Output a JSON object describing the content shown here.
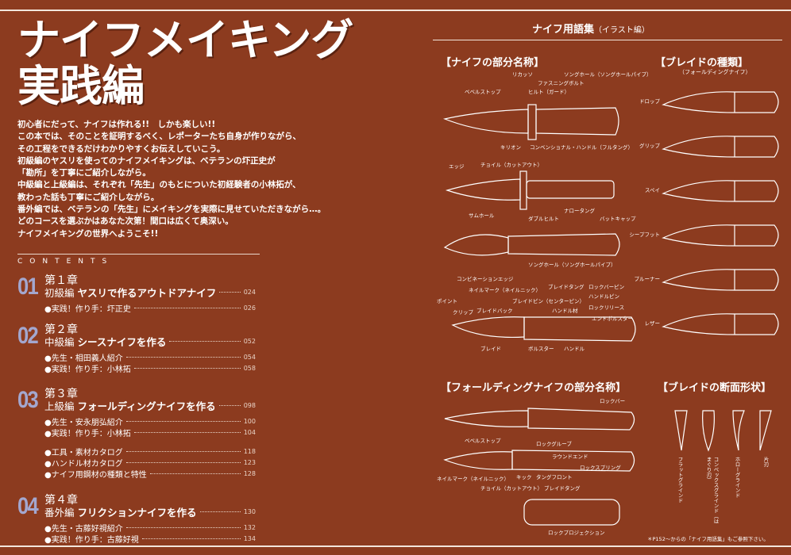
{
  "title": {
    "line1": "ナイフメイキング",
    "line2": "実践編"
  },
  "intro": [
    "初心者にだって、ナイフは作れる!!　しかも楽しい!!",
    "この本では、そのことを証明するべく、レポーターたち自身が作りながら、",
    "その工程をできるだけわかりやすくお伝えしていこう。",
    "初級編のヤスリを使ってのナイフメイキングは、ベテランの圷正史が",
    "「勘所」を丁寧にご紹介しながら。",
    "中級編と上級編は、それぞれ「先生」のもとについた初経験者の小林拓が、",
    "教わった話も丁寧にご紹介しながら。",
    "番外編では、ベテランの「先生」にメイキングを実際に見せていただきながら…。",
    "どのコースを選ぶかはあなた次第！間口は広くて奥深い。",
    "ナイフメイキングの世界へようこそ!!"
  ],
  "contents_label": "CONTENTS",
  "chapters": [
    {
      "num": "01",
      "chapter": "第１章",
      "level": "初級編",
      "title": "ヤスリで作るアウトドアナイフ",
      "page": "024",
      "items": [
        {
          "label": "●実践！作り手：圷正史",
          "page": "026"
        }
      ]
    },
    {
      "num": "02",
      "chapter": "第２章",
      "level": "中級編",
      "title": "シースナイフを作る",
      "page": "052",
      "items": [
        {
          "label": "●先生・相田義人紹介",
          "page": "054"
        },
        {
          "label": "●実践！作り手：小林拓",
          "page": "058"
        }
      ]
    },
    {
      "num": "03",
      "chapter": "第３章",
      "level": "上級編",
      "title": "フォールディングナイフを作る",
      "page": "098",
      "items": [
        {
          "label": "●先生・安永朋弘紹介",
          "page": "100"
        },
        {
          "label": "●実践！作り手：小林拓",
          "page": "104"
        },
        {
          "label": "●工具・素材カタログ",
          "page": "118"
        },
        {
          "label": "●ハンドル材カタログ",
          "page": "123"
        },
        {
          "label": "●ナイフ用鋼材の種類と特性",
          "page": "128"
        }
      ]
    },
    {
      "num": "04",
      "chapter": "第４章",
      "level": "番外編",
      "title": "フリクションナイフを作る",
      "page": "130",
      "items": [
        {
          "label": "●先生・古藤好視紹介",
          "page": "132"
        },
        {
          "label": "●実践！作り手：古藤好視",
          "page": "134"
        }
      ]
    }
  ],
  "glossary": {
    "title": "ナイフ用語集",
    "subtitle": "（イラスト編）",
    "parts_title": "【ナイフの部分名称】",
    "blade_types_title": "【ブレイドの種類】",
    "blade_types_sub": "（フォールディングナイフ）",
    "blade_types": [
      "ドロップ",
      "グリップ",
      "スペイ",
      "シープフット",
      "プルーナー",
      "レザー"
    ],
    "folding_title": "【フォールディングナイフの部分名称】",
    "section_title": "【ブレイドの断面形状】",
    "sections": [
      "フラットグラインド",
      "コンベックスグラインド（はまぐり刃）",
      "ホローグラインド",
      "片刃"
    ],
    "labels": [
      "リカッソ",
      "ベベルストップ",
      "ヒルト（ガード）",
      "ファスニングボルト",
      "ソングホール（ソングホールパイプ）",
      "キリオン",
      "コンベンショナル・ハンドル（フルタング）",
      "エッジ",
      "チョイル（カットアウト）",
      "ダブルヒルト",
      "ナロータング",
      "バットキャップ",
      "サムホール",
      "コンビネーションエッジ",
      "ソングホール（ソングホールパイプ）",
      "ポイント",
      "クリップ",
      "ネイルマーク（ネイルニック）",
      "ブレイドタング",
      "ブレイドバック",
      "ロックバーピン",
      "ハンドルピン",
      "ブレイドピン（センターピン）",
      "ハンドル材",
      "ロックリリース",
      "エンドボルスター",
      "ブレイド",
      "ボルスター",
      "ハンドル",
      "ロックバー",
      "ベベルストップ",
      "ロックグルーブ",
      "ラウンドエンド",
      "ロックスプリング",
      "ネイルマーク（ネイルニック）",
      "チョイル（カットアウト）",
      "キック",
      "タングフロント",
      "ブレイドタング",
      "ロックプロジェクション"
    ],
    "note": "＊P152～からの「ナイフ用語集」もご参照下さい。"
  }
}
